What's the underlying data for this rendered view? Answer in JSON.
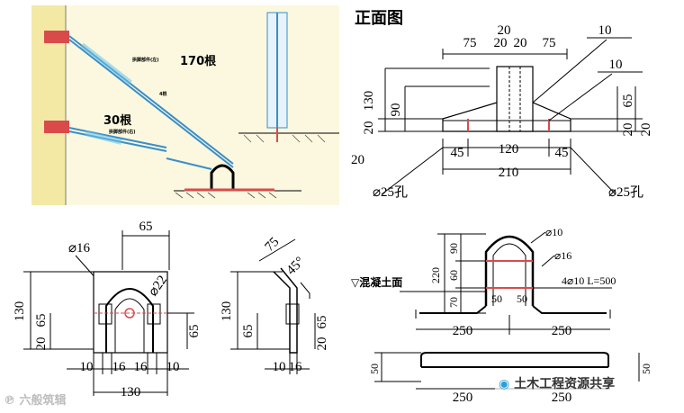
{
  "panels": {
    "top_left": {
      "label_170": "170根",
      "label_30": "30根",
      "small_note_1": "拱脚部件(左)",
      "small_note_2": "拱脚部件(右)",
      "small_note_3": "4根"
    },
    "front_view": {
      "title": "正面图",
      "d_top": "20",
      "d_75a": "75",
      "d_20a": "20",
      "d_20b": "20",
      "d_75b": "75",
      "d_10a": "10",
      "d_10b": "10",
      "d_130": "130",
      "d_90": "90",
      "d_20l": "20",
      "d_65": "65",
      "d_20r": "20",
      "d_20c": "20",
      "d_45a": "45",
      "d_120": "120",
      "d_45b": "45",
      "d_20out": "20",
      "d_210": "210",
      "hole_left": "⌀25孔",
      "hole_right": "⌀25孔"
    },
    "u_bolt_front": {
      "d_65": "65",
      "phi16": "⌀16",
      "phi22": "⌀22",
      "d_130": "130",
      "d_65l": "65",
      "d_20l": "20",
      "d_65r": "65",
      "d_10a": "10",
      "d_16a": "16",
      "d_16b": "16",
      "d_10b": "10",
      "d_130b": "130"
    },
    "u_bolt_side": {
      "d_75": "75",
      "angle": "45°",
      "d_130": "130",
      "d_65": "65",
      "d_20": "20",
      "d_65r": "65",
      "d_10": "10",
      "d_16": "16"
    },
    "anchor": {
      "phi10": "⌀10",
      "phi16": "⌀16",
      "d_220": "220",
      "d_90": "90",
      "d_60": "60",
      "d_70": "70",
      "concrete": "▽混凝土面",
      "d_50a": "50",
      "d_50b": "50",
      "rebar_note": "4⌀10 L=500",
      "d_250a": "250",
      "d_250b": "250",
      "d_50l": "50",
      "d_50r": "50",
      "d_250c": "250",
      "d_250d": "250"
    }
  },
  "watermarks": {
    "left": "六般筑辑",
    "right": "土木工程资源共享"
  }
}
